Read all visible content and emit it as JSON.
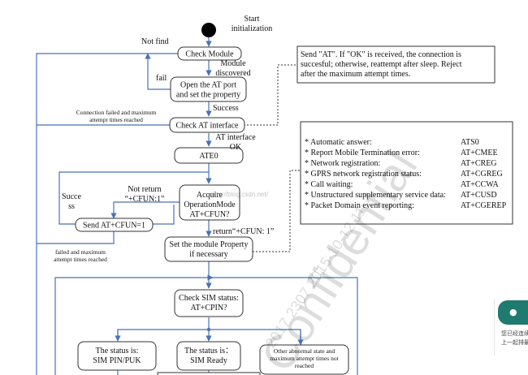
{
  "nodes": {
    "start_label": [
      "Start",
      "initialization"
    ],
    "check_module": [
      "Check Module"
    ],
    "open_at_port": [
      "Open the AT port",
      "and set the property"
    ],
    "check_at_interface": [
      "Check AT interface"
    ],
    "ate0": [
      "ATE0"
    ],
    "acquire_mode": [
      "Acquire",
      "OperationMode",
      "AT+CFUN?"
    ],
    "send_cfun": [
      "Send AT+CFUN=1"
    ],
    "set_property": [
      "Set the module Property",
      "if necessary"
    ],
    "check_sim": [
      "Check SIM status:",
      "AT+CPIN?"
    ],
    "sim_pin": [
      "The status is:",
      "SIM PIN/PUK"
    ],
    "sim_ready": [
      "The status is：",
      "SIM Ready"
    ],
    "sim_other": [
      "Other abnormal state and",
      "maximum attempt times not",
      "reached"
    ]
  },
  "edge_labels": {
    "not_find": [
      "Not find"
    ],
    "module_discovered": [
      "Module",
      "discovered"
    ],
    "fail": [
      "fail"
    ],
    "success": [
      "Success"
    ],
    "conn_failed": [
      "Connection failed and maximum",
      "attempt times reached"
    ],
    "at_ok": [
      "AT interface",
      "OK"
    ],
    "not_return": [
      "Not return",
      "“+CFUN:1”"
    ],
    "succe_ss": [
      "Succe",
      "ss"
    ],
    "return_cfun": [
      "return“+CFUN: 1”"
    ],
    "failed_max": [
      "failed and maximum",
      "attempt times reached"
    ]
  },
  "notes": {
    "send_at": [
      "Send \"AT\". If \"OK\" is received, the connection is",
      "succesful; otherwise, reattempt after sleep. Reject",
      "after the maximum attempt times."
    ],
    "at_commands": [
      {
        "name": "* Automatic answer:",
        "cmd": "ATS0"
      },
      {
        "name": "* Report Mobile Termination error:",
        "cmd": "AT+CMEE"
      },
      {
        "name": "* Network registration:",
        "cmd": "AT+CREG"
      },
      {
        "name": "* GPRS network registration status:",
        "cmd": "AT+CGREG"
      },
      {
        "name": "* Call waiting:",
        "cmd": "AT+CCWA"
      },
      {
        "name": "* Unstructured supplementary service data:",
        "cmd": "AT+CUSD"
      },
      {
        "name": "* Packet Domain event reporting:",
        "cmd": "AT+CGEREP"
      }
    ]
  },
  "watermark": {
    "confidential": "Confidential",
    "date_stamp": "2017 2307 2015-10-12 11:",
    "blog": "http://blog.csdn.net/"
  },
  "widget": {
    "icon": "chat-bubble-icon",
    "line1": "您已经连续",
    "line2": "上一起排最"
  },
  "colors": {
    "flow_line": "#4a72b8",
    "box_border": "#333333",
    "widget_accent": "#1f7a70"
  }
}
